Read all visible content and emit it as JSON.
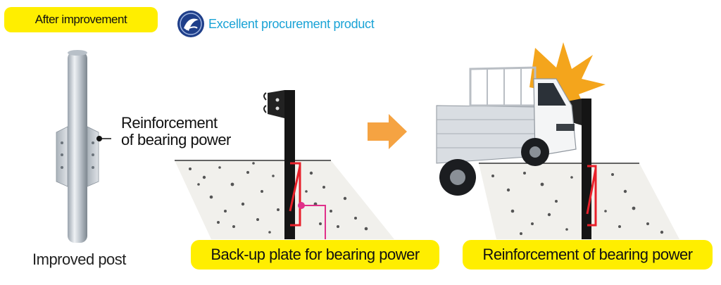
{
  "header": {
    "badge_label": "After improvement",
    "procurement_label": "Excellent procurement product",
    "procurement_icon": "procurement-logo-icon"
  },
  "post_panel": {
    "annotation_line1": "Reinforcement",
    "annotation_line2": "of bearing power",
    "caption": "Improved post"
  },
  "backup_panel": {
    "caption": "Back-up plate for bearing power"
  },
  "impact_panel": {
    "caption": "Reinforcement of bearing power"
  },
  "colors": {
    "badge_yellow": "#ffee00",
    "procurement_blue": "#1aa3d6",
    "arrow_orange": "#f5a342",
    "plate_red": "#e8202a",
    "callout_magenta": "#e0308a",
    "burst_orange": "#f4a51c"
  }
}
